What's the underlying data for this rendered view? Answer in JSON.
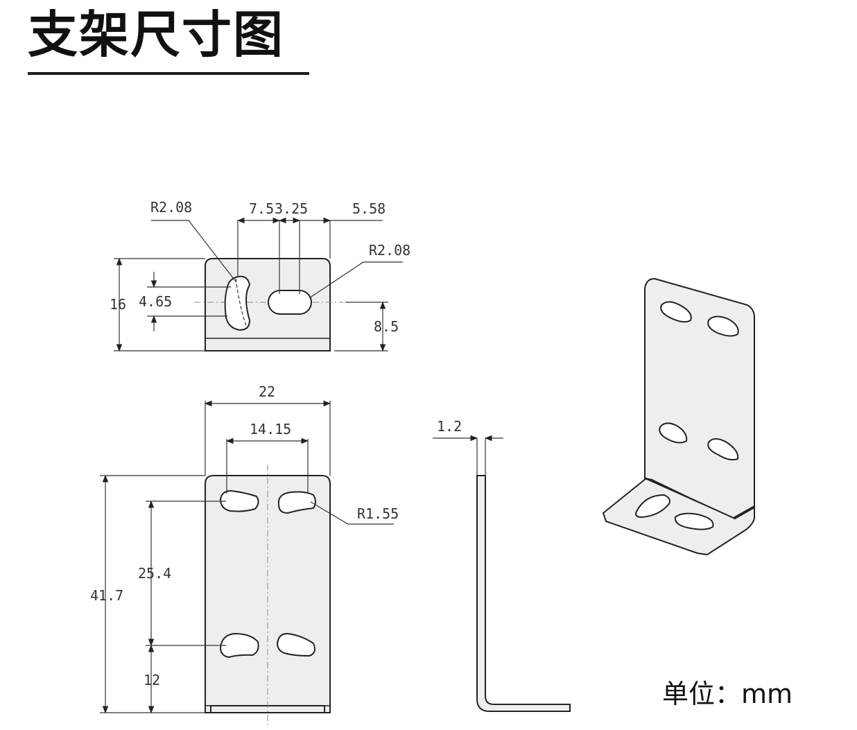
{
  "header": {
    "title": "支架尺寸图"
  },
  "unit_note": "单位：mm",
  "top_view": {
    "dims": {
      "r_slot": "R2.08",
      "spacing_a": "7.5",
      "slot_w": "3.25",
      "right_gap": "5.58",
      "r_slot2": "R2.08",
      "height": "16",
      "slot_len": "4.65",
      "slot_y": "8.5"
    }
  },
  "front_view": {
    "dims": {
      "width": "22",
      "hole_spacing": "14.15",
      "radius": "R1.55",
      "height": "41.7",
      "vert_spacing": "25.4",
      "bottom": "12"
    }
  },
  "side_view": {
    "dims": {
      "thickness": "1.2"
    }
  },
  "colors": {
    "line": "#222222",
    "plate": "#eeeeee",
    "text": "#333333"
  }
}
